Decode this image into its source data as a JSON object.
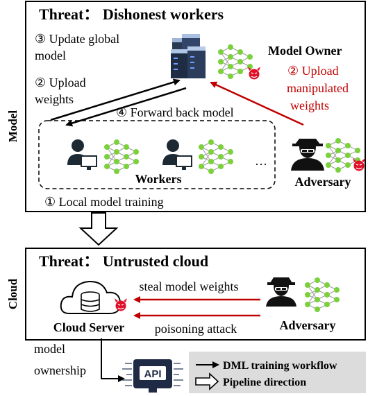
{
  "model_section": {
    "side_label": "Model",
    "threat_title": "Threat： Dishonest workers",
    "step3_line1": "③ Update global",
    "step3_line2": "model",
    "step2_line1": "② Upload",
    "step2_line2": "weights",
    "step4": "④ Forward back model",
    "model_owner": "Model Owner",
    "adv_step2_line1": "② Upload",
    "adv_step2_line2": "manipulated",
    "adv_step2_line3": "weights",
    "ellipsis": "…",
    "workers_label": "Workers",
    "adversary_label": "Adversary",
    "step1": "① Local model training"
  },
  "cloud_section": {
    "side_label": "Cloud",
    "threat_title": "Threat： Untrusted cloud",
    "steal_label": "steal model weights",
    "poison_label": "poisoning attack",
    "cloud_server_label": "Cloud Server",
    "adversary_label": "Adversary"
  },
  "bottom": {
    "ownership_line1": "model",
    "ownership_line2": "ownership",
    "api_label": "API"
  },
  "legend": {
    "workflow_label": "DML training workflow",
    "pipeline_label": "Pipeline direction"
  },
  "colors": {
    "red_arrow": "#c00000",
    "node_green": "#7bd13a",
    "devil_red": "#e0102a",
    "legend_bg": "#dcdcdc"
  }
}
